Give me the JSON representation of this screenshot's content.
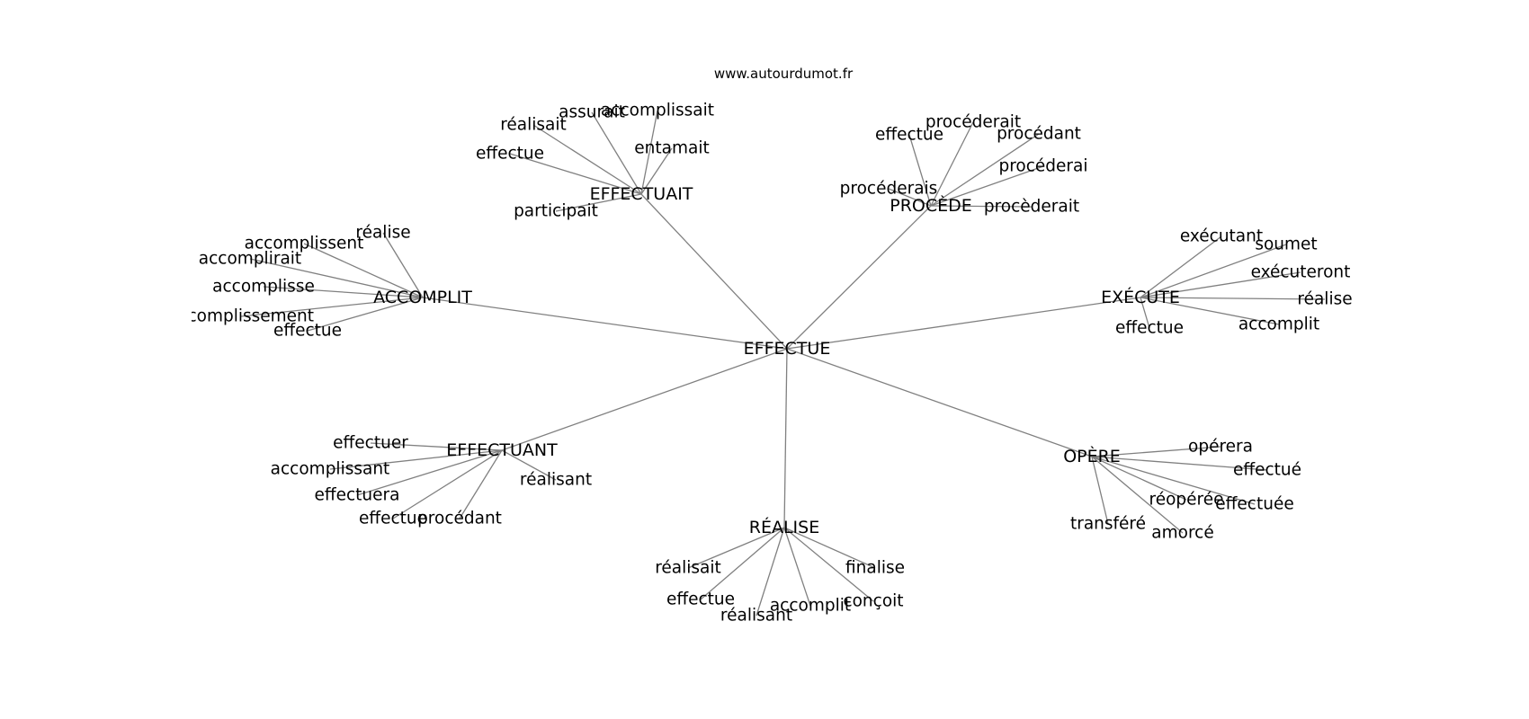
{
  "source": "www.autourdumot.fr",
  "center": "EFFECTUE",
  "hubs": [
    {
      "label": "EFFECTUAIT",
      "leaves": [
        "assurait",
        "accomplissait",
        "réalisait",
        "entamait",
        "effectue",
        "participait"
      ]
    },
    {
      "label": "PROCÈDE",
      "leaves": [
        "procéderait",
        "effectue",
        "procédant",
        "procéderai",
        "procéderais",
        "procèderait"
      ]
    },
    {
      "label": "ACCOMPLIT",
      "leaves": [
        "réalise",
        "accomplissent",
        "accomplirait",
        "accomplisse",
        "accomplissement",
        "effectue"
      ]
    },
    {
      "label": "EXÉCUTE",
      "leaves": [
        "exécutant",
        "soumet",
        "exécuteront",
        "réalise",
        "accomplit",
        "effectue"
      ]
    },
    {
      "label": "EFFECTUANT",
      "leaves": [
        "effectuer",
        "accomplissant",
        "réalisant",
        "effectuera",
        "effectue",
        "procédant"
      ]
    },
    {
      "label": "OPÈRE",
      "leaves": [
        "opérera",
        "effectué",
        "réopérée",
        "effectuée",
        "transféré",
        "amorcé"
      ]
    },
    {
      "label": "RÉALISE",
      "leaves": [
        "réalisait",
        "finalise",
        "effectue",
        "conçoit",
        "accomplit",
        "réalisant"
      ]
    }
  ]
}
